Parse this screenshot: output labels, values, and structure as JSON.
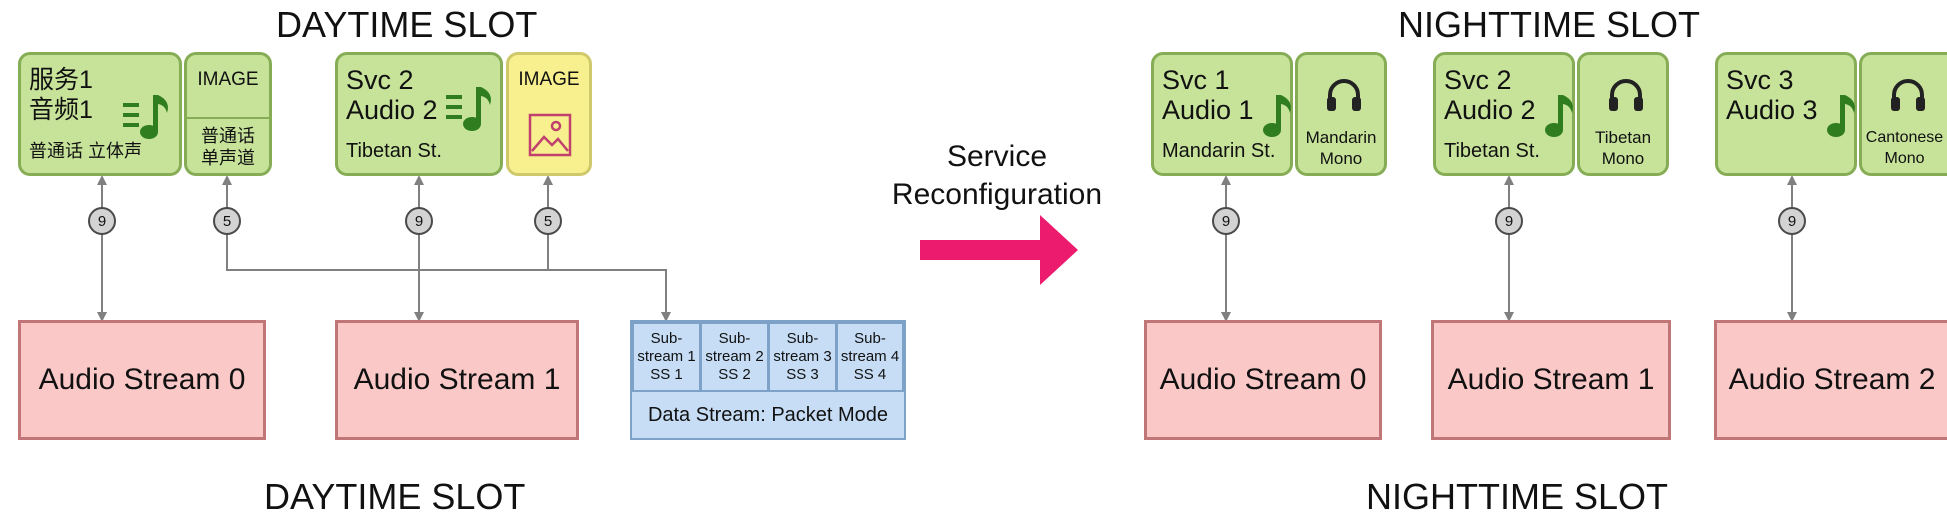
{
  "titles": {
    "day_top": "DAYTIME SLOT",
    "night_top": "NIGHTTIME SLOT",
    "day_bottom": "DAYTIME SLOT",
    "night_bottom": "NIGHTTIME SLOT"
  },
  "daytime": {
    "service1": {
      "name": "服务1\n音频1",
      "detail": "普通话 立体声",
      "icon": "music-note-icon"
    },
    "service1_image": {
      "label": "IMAGE",
      "detail": "普通话\n单声道"
    },
    "service2": {
      "name": "Svc 2\nAudio 2",
      "detail": "Tibetan St.",
      "icon": "music-note-icon"
    },
    "service2_image": {
      "label": "IMAGE",
      "icon": "image-icon"
    },
    "badges": [
      "9",
      "5",
      "9",
      "5"
    ],
    "streams": [
      "Audio Stream 0",
      "Audio Stream 1"
    ],
    "data_stream": {
      "substreams": [
        "Sub-\nstream 1\nSS 1",
        "Sub-\nstream 2\nSS 2",
        "Sub-\nstream 3\nSS 3",
        "Sub-\nstream 4\nSS 4"
      ],
      "label": "Data Stream: Packet Mode"
    }
  },
  "transition": {
    "label": "Service\nReconfiguration",
    "arrow_color": "#ec1b6e"
  },
  "nighttime": {
    "services": [
      {
        "name": "Svc 1\nAudio 1",
        "detail": "Mandarin St.",
        "lang": "Mandarin\nMono",
        "icon": "headphones-icon"
      },
      {
        "name": "Svc 2\nAudio 2",
        "detail": "Tibetan St.",
        "lang": "Tibetan\nMono",
        "icon": "headphones-icon"
      },
      {
        "name": "Svc 3\nAudio 3",
        "detail": "",
        "lang": "Cantonese\nMono",
        "icon": "headphones-icon"
      }
    ],
    "badges": [
      "9",
      "9",
      "9"
    ],
    "streams": [
      "Audio Stream 0",
      "Audio Stream 1",
      "Audio Stream 2"
    ]
  },
  "colors": {
    "service_fill": "#c7e39a",
    "service_border": "#86ad55",
    "image_fill": "#f8f08f",
    "stream_fill": "#fbc8c8",
    "stream_border": "#c07676",
    "data_fill": "#c6ddf5",
    "data_border": "#7ea1c7",
    "note_green": "#2f7d1f"
  }
}
